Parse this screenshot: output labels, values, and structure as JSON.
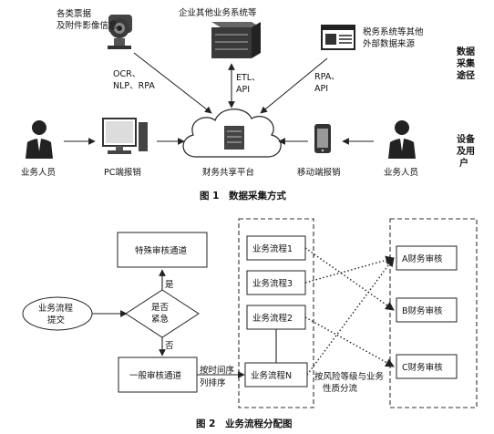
{
  "figure1": {
    "caption": "图 1　数据采集方式",
    "sources": {
      "camera_label_1": "各类票据",
      "camera_label_2": "及附件影像信息",
      "server_title": "企业其他业务系统等",
      "doc_label_1": "税务系统等其他",
      "doc_label_2": "外部数据来源"
    },
    "arrow_labels": {
      "left_1": "OCR、",
      "left_2": "NLP、RPA",
      "mid_1": "ETL、",
      "mid_2": "API",
      "right_1": "RPA、",
      "right_2": "API"
    },
    "actors": {
      "left_person": "业务人员",
      "pc": "PC端报销",
      "center": "财务共享平台",
      "mobile": "移动端报销",
      "right_person": "业务人员"
    },
    "side_labels": {
      "top": [
        "数据",
        "采集",
        "途径"
      ],
      "bottom": [
        "设备",
        "及用",
        "户"
      ]
    }
  },
  "figure2": {
    "caption": "图 2　业务流程分配图",
    "submit_1": "业务流程",
    "submit_2": "提交",
    "decision_1": "是否",
    "decision_2": "紧急",
    "yes": "是",
    "no": "否",
    "special_channel": "特殊审核通道",
    "general_channel": "一般审核通道",
    "sort_label_1": "按时间序",
    "sort_label_2": "列排序",
    "flows": [
      "业务流程1",
      "业务流程3",
      "业务流程2",
      "业务流程N"
    ],
    "split_label_1": "按风险等级与业务",
    "split_label_2": "性质分流",
    "audits": [
      "A财务审核",
      "B财务审核",
      "C财务审核"
    ]
  }
}
